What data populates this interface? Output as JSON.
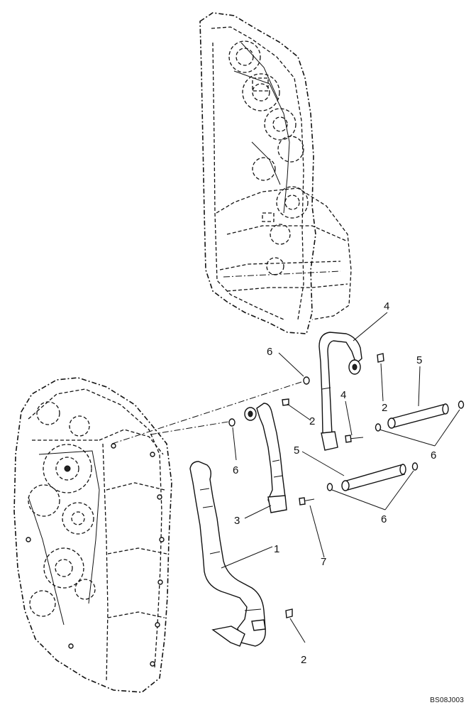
{
  "diagram": {
    "reference_code": "BS08J003",
    "callouts": {
      "c1": "1",
      "c2a": "2",
      "c2b": "2",
      "c2c": "2",
      "c3": "3",
      "c4a": "4",
      "c4b": "4",
      "c5a": "5",
      "c5b": "5",
      "c6a": "6",
      "c6b": "6",
      "c6c": "6",
      "c6d": "6",
      "c7": "7"
    }
  }
}
